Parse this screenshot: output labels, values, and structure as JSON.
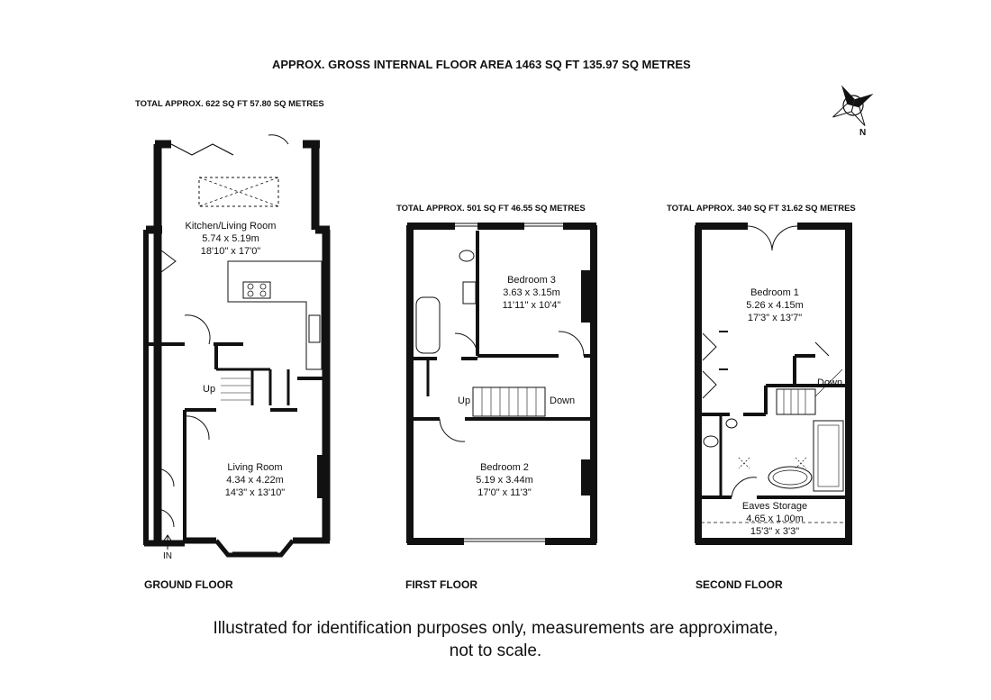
{
  "header": {
    "gross_area": "APPROX. GROSS INTERNAL FLOOR AREA 1463 SQ FT 135.97 SQ METRES"
  },
  "compass": {
    "north_label": "N"
  },
  "floors": {
    "ground": {
      "name": "GROUND FLOOR",
      "total": "TOTAL APPROX.  622 SQ FT  57.80 SQ METRES",
      "rooms": [
        {
          "name": "Kitchen/Living Room",
          "metric": "5.74 x 5.19m",
          "imperial": "18'10\" x 17'0\""
        },
        {
          "name": "Living Room",
          "metric": "4.34 x 4.22m",
          "imperial": "14'3\" x 13'10\""
        }
      ],
      "labels": {
        "up": "Up",
        "entrance": "IN"
      }
    },
    "first": {
      "name": "FIRST FLOOR",
      "total": "TOTAL APPROX.  501 SQ FT  46.55 SQ METRES",
      "rooms": [
        {
          "name": "Bedroom 3",
          "metric": "3.63 x 3.15m",
          "imperial": "11'11\" x 10'4\""
        },
        {
          "name": "Bedroom 2",
          "metric": "5.19 x 3.44m",
          "imperial": "17'0\" x 11'3\""
        }
      ],
      "labels": {
        "up": "Up",
        "down": "Down"
      }
    },
    "second": {
      "name": "SECOND FLOOR",
      "total": "TOTAL APPROX.  340 SQ FT  31.62 SQ METRES",
      "rooms": [
        {
          "name": "Bedroom 1",
          "metric": "5.26 x 4.15m",
          "imperial": "17'3\" x 13'7\""
        },
        {
          "name": "Eaves Storage",
          "metric": "4.65 x 1.00m",
          "imperial": "15'3\" x 3'3\""
        }
      ],
      "labels": {
        "down": "Down"
      }
    }
  },
  "disclaimer": {
    "line1": "Illustrated for identification purposes only, measurements are approximate,",
    "line2": "not to scale."
  }
}
